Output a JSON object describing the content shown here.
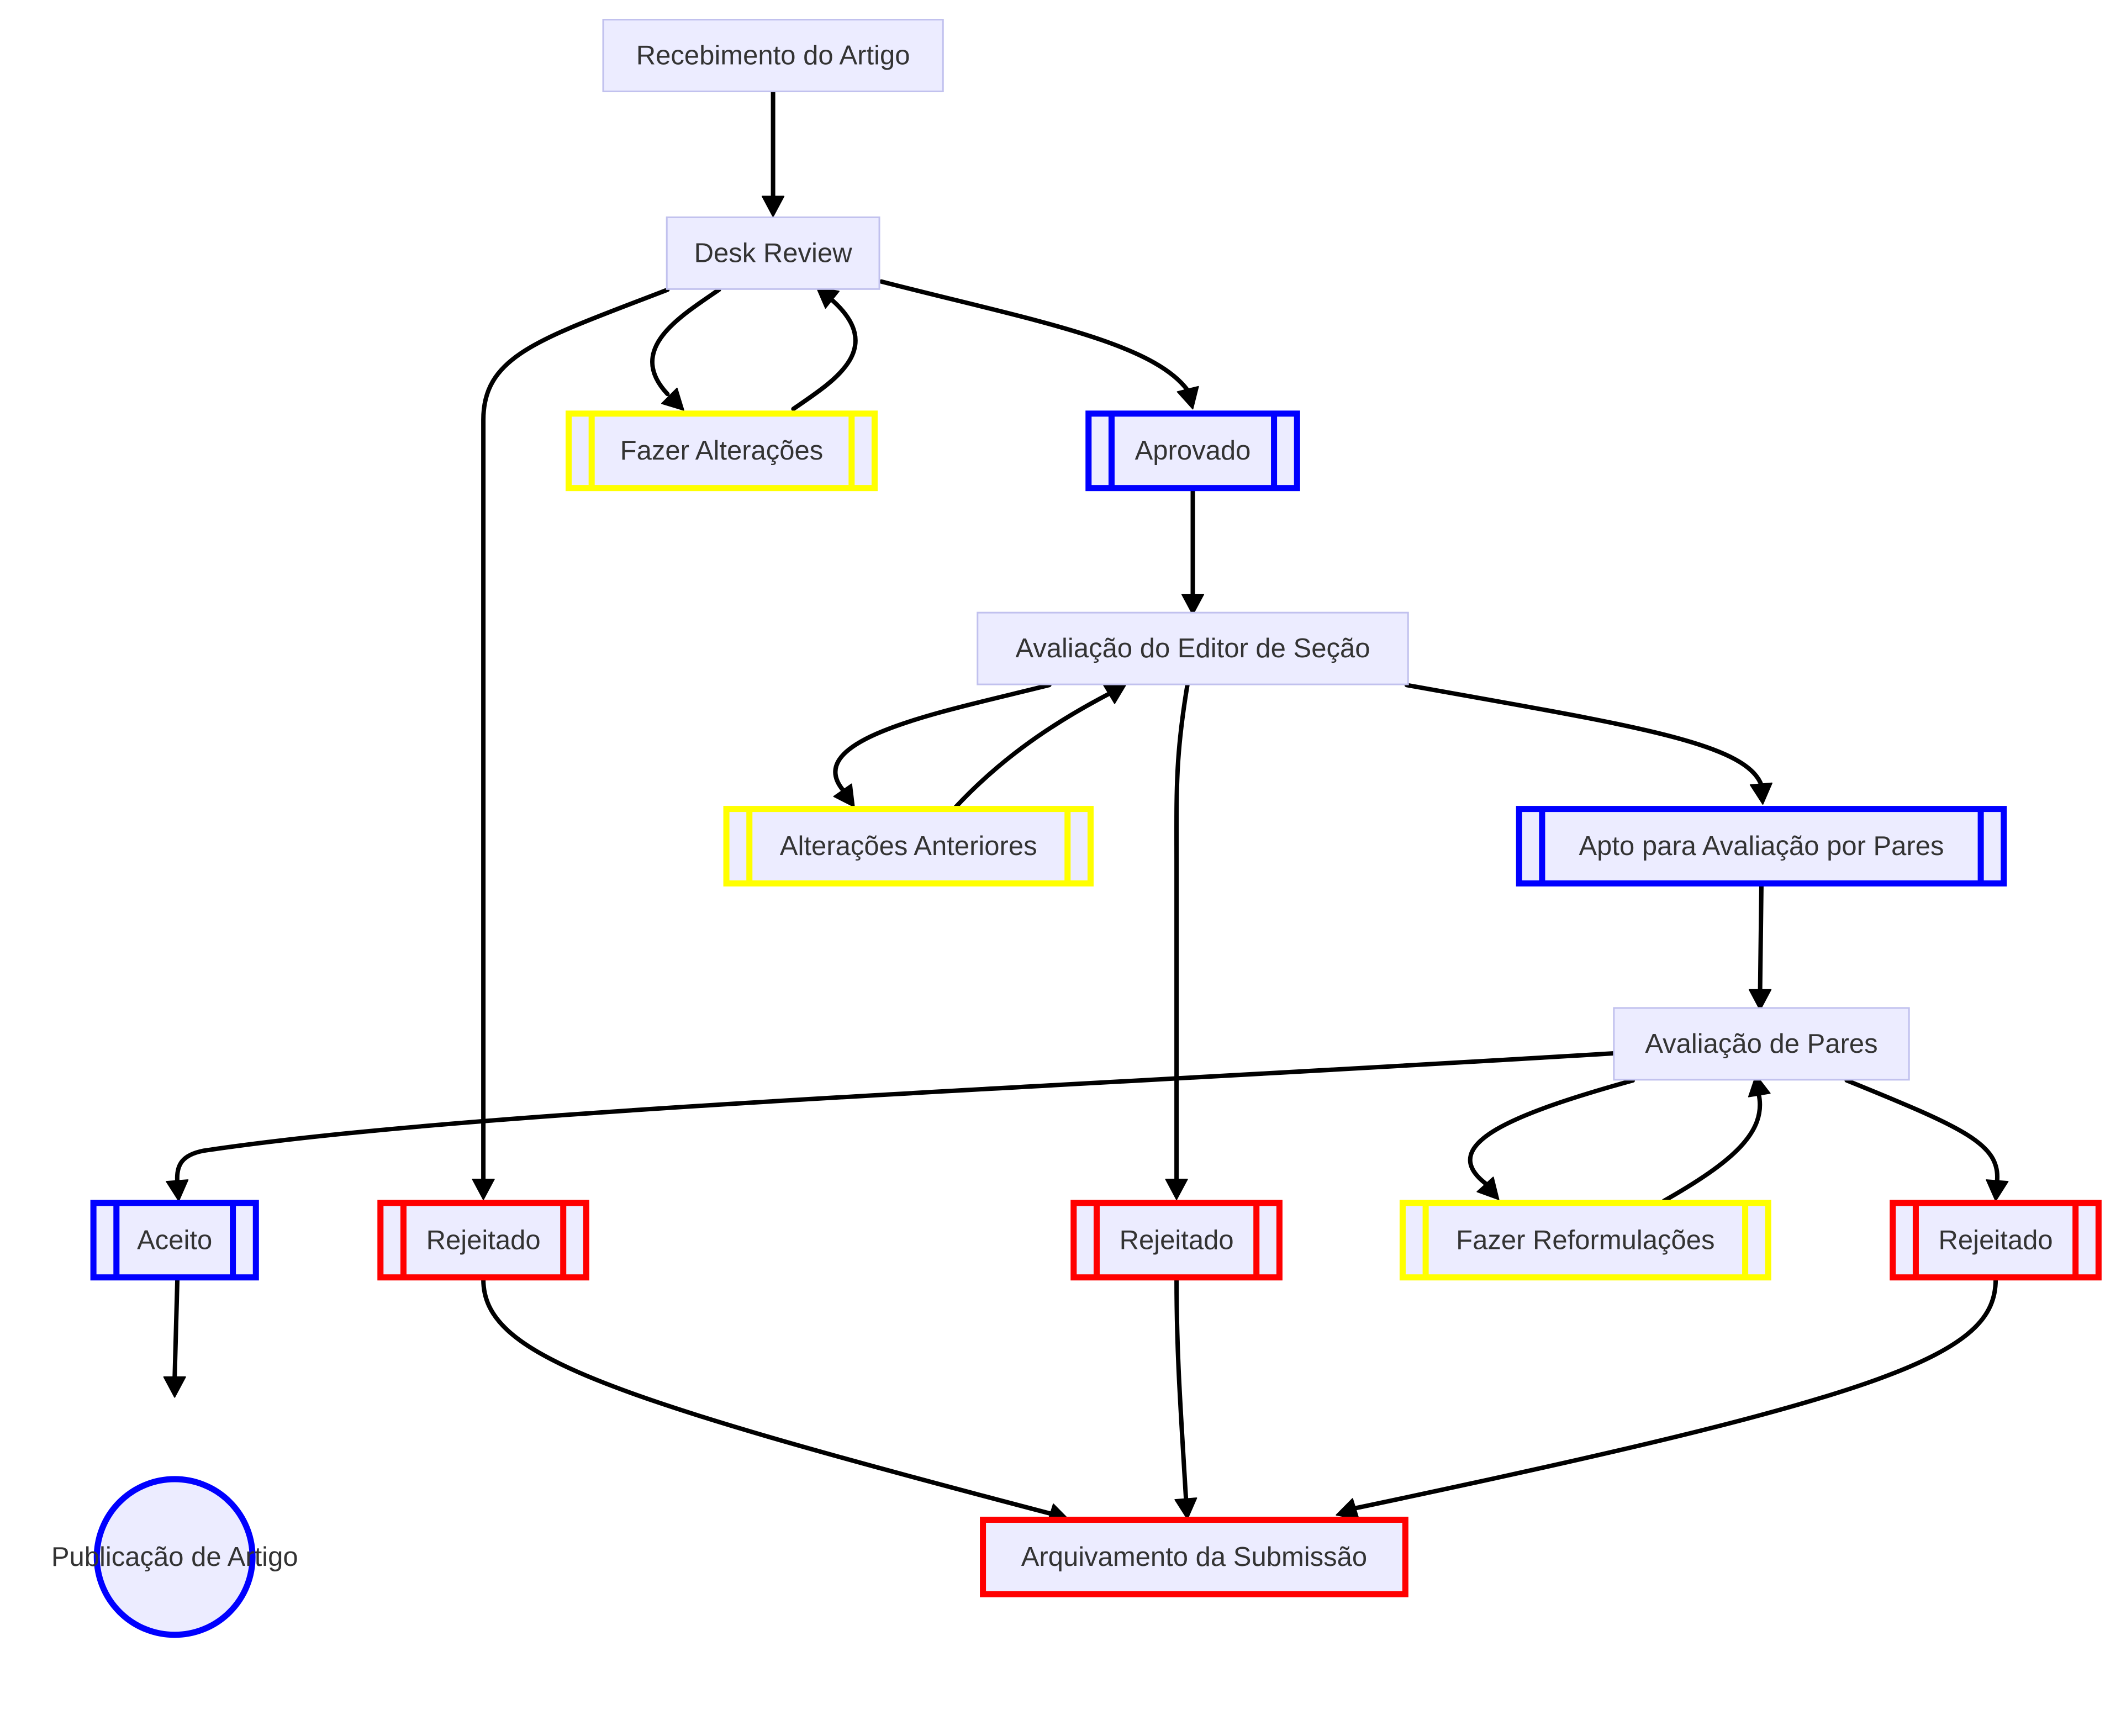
{
  "diagram": {
    "type": "flowchart",
    "colors": {
      "node_fill": "#ECECFF",
      "node_border": "#C1C1EE",
      "text": "#333333",
      "edge": "#000000",
      "approved": "#0000FF",
      "pending": "#FFFF00",
      "rejected": "#FF0000"
    },
    "nodes": {
      "recebimento": {
        "label": "Recebimento do Artigo",
        "kind": "process"
      },
      "desk_review": {
        "label": "Desk Review",
        "kind": "process"
      },
      "fazer_alteracoes": {
        "label": "Fazer Alterações",
        "kind": "subroutine",
        "status": "pending"
      },
      "aprovado": {
        "label": "Aprovado",
        "kind": "subroutine",
        "status": "approved"
      },
      "avaliacao_editor": {
        "label": "Avaliação do Editor de Seção",
        "kind": "process"
      },
      "alteracoes_anteriores": {
        "label": "Alterações Anteriores",
        "kind": "subroutine",
        "status": "pending"
      },
      "apto_pares": {
        "label": "Apto para Avaliação por Pares",
        "kind": "subroutine",
        "status": "approved"
      },
      "avaliacao_pares": {
        "label": "Avaliação de Pares",
        "kind": "process"
      },
      "aceito": {
        "label": "Aceito",
        "kind": "subroutine",
        "status": "approved"
      },
      "rejeitado_1": {
        "label": "Rejeitado",
        "kind": "subroutine",
        "status": "rejected"
      },
      "rejeitado_2": {
        "label": "Rejeitado",
        "kind": "subroutine",
        "status": "rejected"
      },
      "fazer_reformulacoes": {
        "label": "Fazer Reformulações",
        "kind": "subroutine",
        "status": "pending"
      },
      "rejeitado_3": {
        "label": "Rejeitado",
        "kind": "subroutine",
        "status": "rejected"
      },
      "publicacao": {
        "label": "Publicação de Artigo",
        "kind": "circle",
        "status": "approved"
      },
      "arquivamento": {
        "label": "Arquivamento da Submissão",
        "kind": "terminal",
        "status": "rejected"
      }
    },
    "edges": [
      {
        "from": "recebimento",
        "to": "desk_review"
      },
      {
        "from": "desk_review",
        "to": "fazer_alteracoes"
      },
      {
        "from": "fazer_alteracoes",
        "to": "desk_review"
      },
      {
        "from": "desk_review",
        "to": "aprovado"
      },
      {
        "from": "desk_review",
        "to": "rejeitado_1"
      },
      {
        "from": "aprovado",
        "to": "avaliacao_editor"
      },
      {
        "from": "avaliacao_editor",
        "to": "alteracoes_anteriores"
      },
      {
        "from": "alteracoes_anteriores",
        "to": "avaliacao_editor"
      },
      {
        "from": "avaliacao_editor",
        "to": "apto_pares"
      },
      {
        "from": "avaliacao_editor",
        "to": "rejeitado_2"
      },
      {
        "from": "apto_pares",
        "to": "avaliacao_pares"
      },
      {
        "from": "avaliacao_pares",
        "to": "aceito"
      },
      {
        "from": "avaliacao_pares",
        "to": "fazer_reformulacoes"
      },
      {
        "from": "fazer_reformulacoes",
        "to": "avaliacao_pares"
      },
      {
        "from": "avaliacao_pares",
        "to": "rejeitado_3"
      },
      {
        "from": "aceito",
        "to": "publicacao"
      },
      {
        "from": "rejeitado_1",
        "to": "arquivamento"
      },
      {
        "from": "rejeitado_2",
        "to": "arquivamento"
      },
      {
        "from": "rejeitado_3",
        "to": "arquivamento"
      }
    ]
  }
}
